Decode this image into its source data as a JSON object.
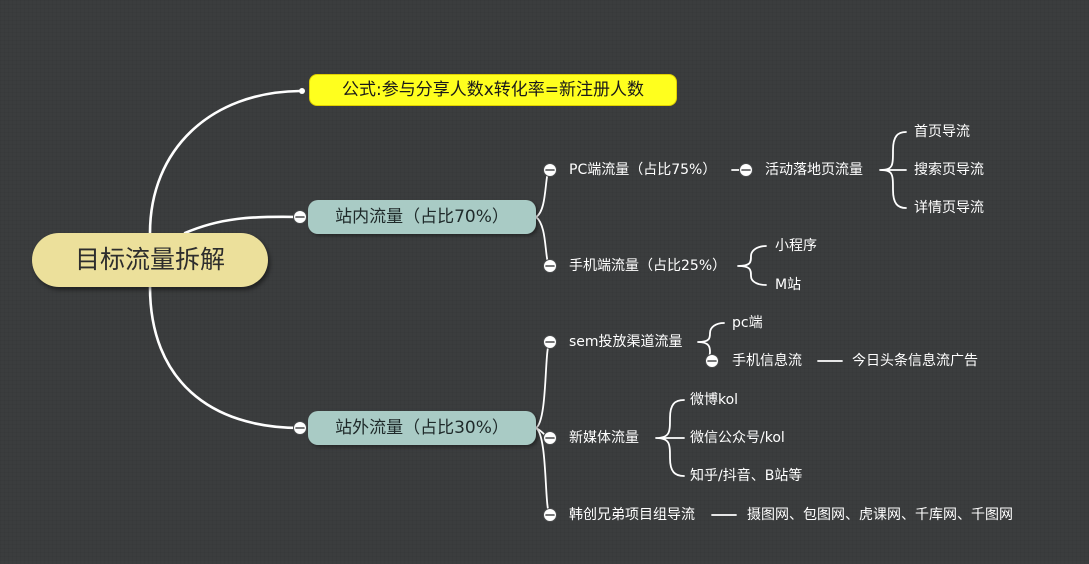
{
  "root": {
    "label": "目标流量拆解"
  },
  "formula": {
    "label": "公式:参与分享人数x转化率=新注册人数"
  },
  "internal": {
    "label": "站内流量（占比70%）",
    "pc": {
      "label": "PC端流量（占比75%）",
      "landing": {
        "label": "活动落地页流量",
        "children": [
          "首页导流",
          "搜索页导流",
          "详情页导流"
        ]
      }
    },
    "mobile": {
      "label": "手机端流量（占比25%）",
      "children": [
        "小程序",
        "M站"
      ]
    }
  },
  "external": {
    "label": "站外流量（占比30%）",
    "sem": {
      "label": "sem投放渠道流量",
      "pc": "pc端",
      "mobile_feed": {
        "label": "手机信息流",
        "child": "今日头条信息流广告"
      }
    },
    "media": {
      "label": "新媒体流量",
      "children": [
        "微博kol",
        "微信公众号/kol",
        "知乎/抖音、B站等"
      ]
    },
    "brothers": {
      "label": "韩创兄弟项目组导流",
      "child": "摄图网、包图网、虎课网、千库网、千图网"
    }
  },
  "colors": {
    "background": "#3b3d3e",
    "central_fill": "#ece09b",
    "formula_fill": "#ffff1e",
    "branch_fill": "#a9cbc5",
    "line": "#ffffff"
  }
}
